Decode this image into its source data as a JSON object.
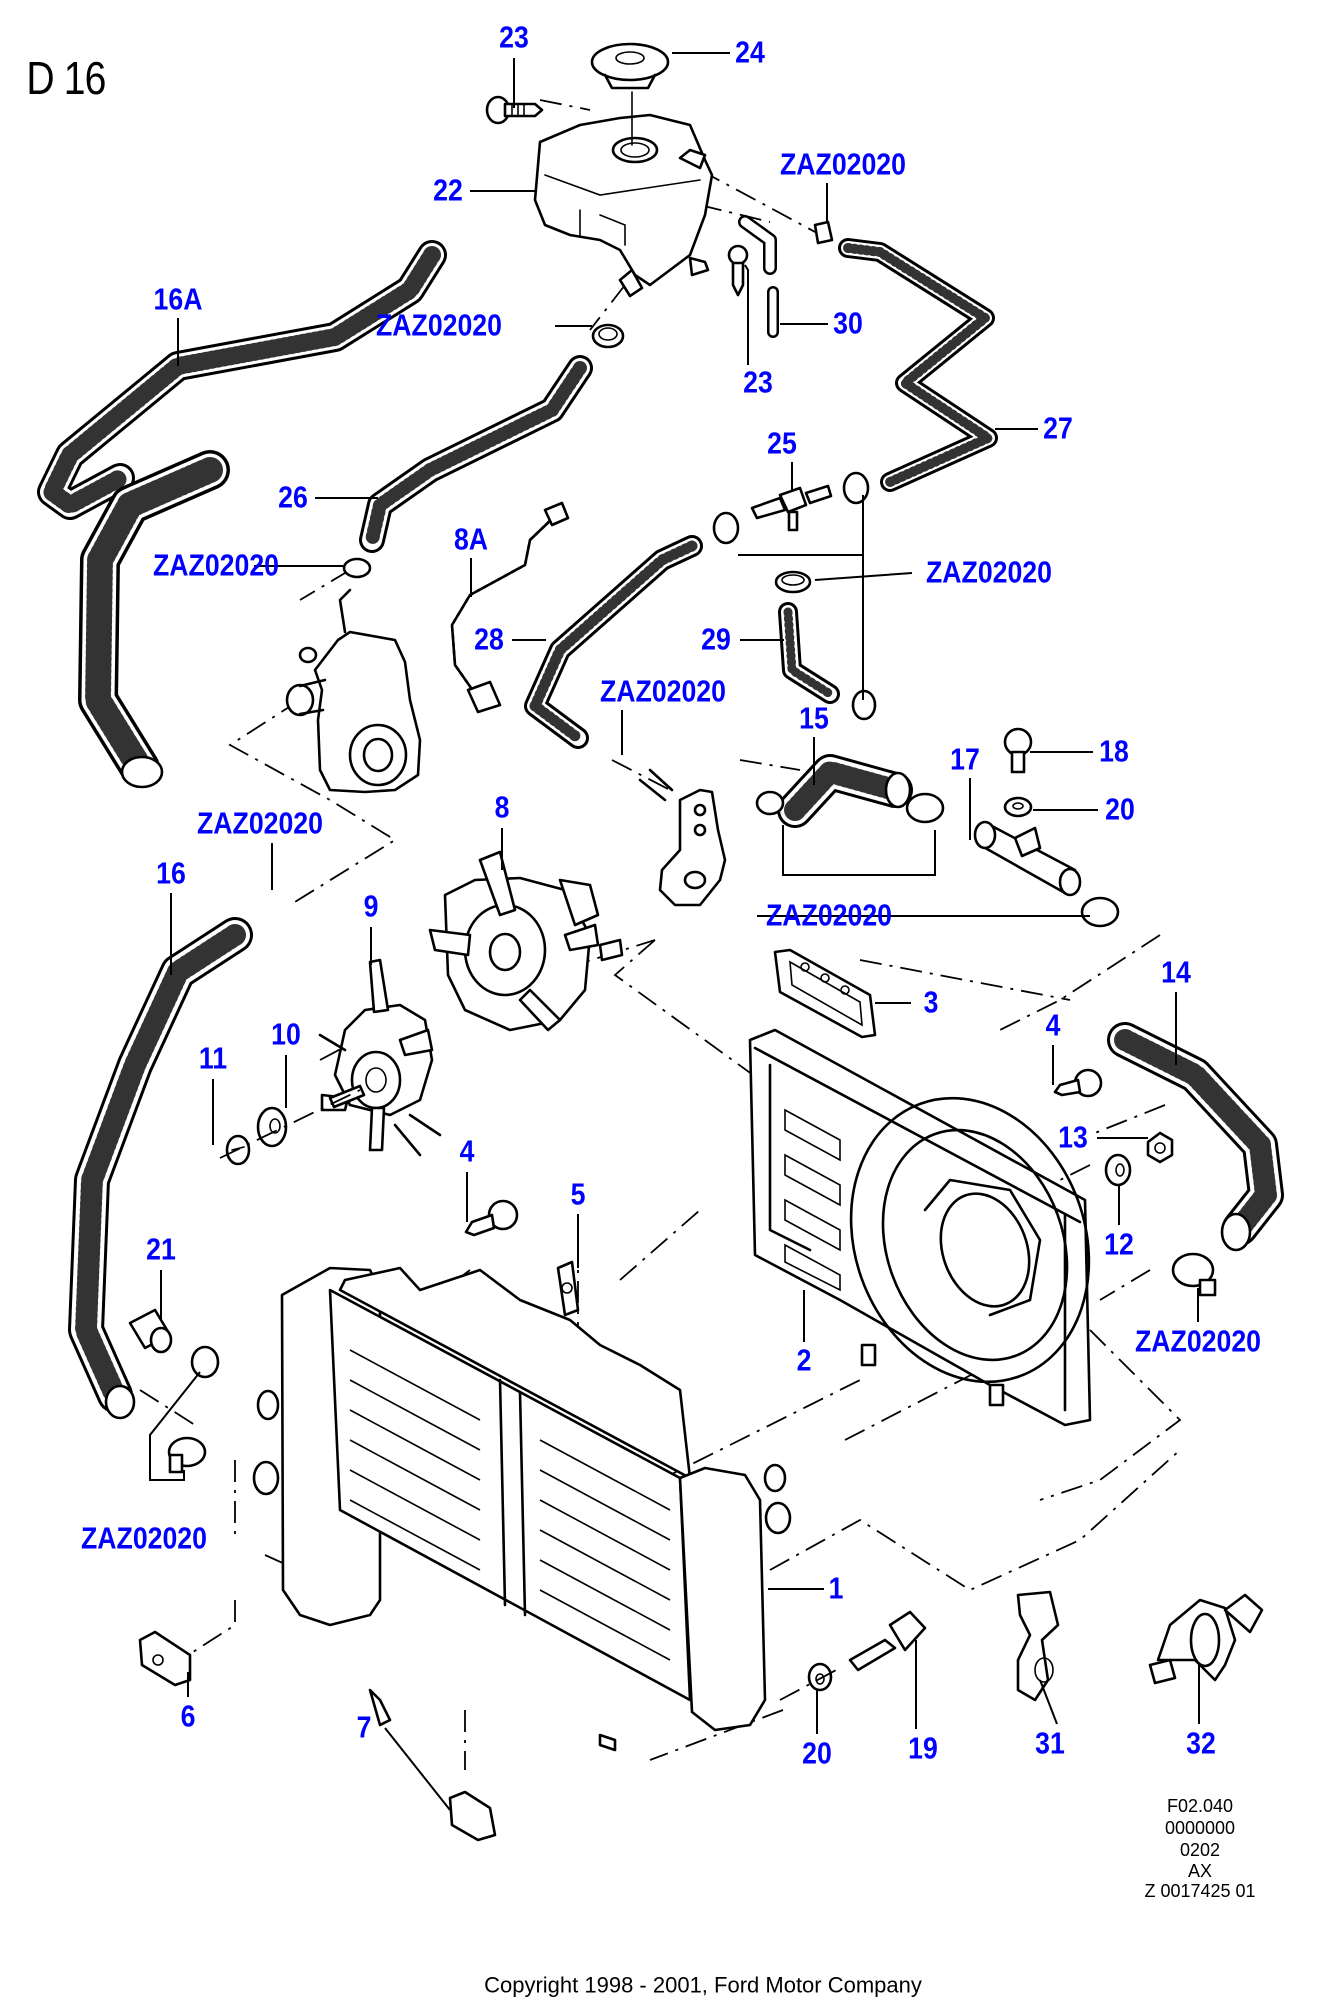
{
  "page_code": "D 16",
  "callouts": {
    "c23a": "23",
    "c24": "24",
    "c22": "22",
    "zaz_top": "ZAZ02020",
    "c16a": "16A",
    "zaz_tank": "ZAZ02020",
    "c30": "30",
    "c23b": "23",
    "c25": "25",
    "c27": "27",
    "c26": "26",
    "zaz_therm": "ZAZ02020",
    "c8a": "8A",
    "zaz_tee": "ZAZ02020",
    "c28": "28",
    "c29": "29",
    "zaz_mid": "ZAZ02020",
    "c15": "15",
    "c17": "17",
    "c18": "18",
    "c20a": "20",
    "zaz_left": "ZAZ02020",
    "c8": "8",
    "c16": "16",
    "c9": "9",
    "zaz_center": "ZAZ02020",
    "c3": "3",
    "c14": "14",
    "c4a": "4",
    "c10": "10",
    "c11": "11",
    "c13": "13",
    "c4b": "4",
    "c5": "5",
    "c21": "21",
    "c12": "12",
    "zaz_right": "ZAZ02020",
    "c2": "2",
    "zaz_bottom": "ZAZ02020",
    "c1": "1",
    "c6": "6",
    "c7": "7",
    "c20b": "20",
    "c19": "19",
    "c31": "31",
    "c32": "32"
  },
  "reference_block": [
    "F02.040",
    "0000000",
    "0202",
    "AX",
    "Z 0017425 01"
  ],
  "copyright": "Copyright 1998 - 2001, Ford Motor Company",
  "colors": {
    "callout": "#0000ff",
    "linework": "#000000",
    "background": "#ffffff"
  }
}
